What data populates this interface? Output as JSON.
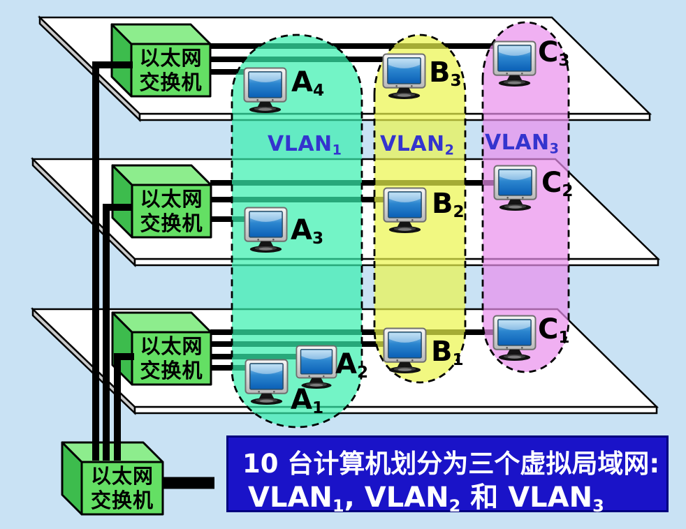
{
  "diagram_title": "VLAN division diagram",
  "switch": {
    "label_line1": "以太网",
    "label_line2": "交换机"
  },
  "computers": [
    {
      "id": "A4",
      "base": "A",
      "sub": "4"
    },
    {
      "id": "B3",
      "base": "B",
      "sub": "3"
    },
    {
      "id": "C3",
      "base": "C",
      "sub": "3"
    },
    {
      "id": "A3",
      "base": "A",
      "sub": "3"
    },
    {
      "id": "B2",
      "base": "B",
      "sub": "2"
    },
    {
      "id": "C2",
      "base": "C",
      "sub": "2"
    },
    {
      "id": "A1",
      "base": "A",
      "sub": "1"
    },
    {
      "id": "A2",
      "base": "A",
      "sub": "2"
    },
    {
      "id": "B1",
      "base": "B",
      "sub": "1"
    },
    {
      "id": "C1",
      "base": "C",
      "sub": "1"
    }
  ],
  "vlans": [
    {
      "name": "VLAN",
      "sub": "1",
      "fill": "#38EFAE",
      "members": [
        "A1",
        "A2",
        "A3",
        "A4"
      ]
    },
    {
      "name": "VLAN",
      "sub": "2",
      "fill": "#EBF54B",
      "members": [
        "B1",
        "B2",
        "B3"
      ]
    },
    {
      "name": "VLAN",
      "sub": "3",
      "fill": "#E98EEC",
      "members": [
        "C1",
        "C2",
        "C3"
      ]
    }
  ],
  "caption": {
    "line1": "10 台计算机划分为三个虚拟局域网:",
    "line2_parts": [
      "VLAN",
      "1",
      ",",
      "VLAN",
      "2",
      "和",
      "VLAN",
      "3"
    ],
    "bg_color": "#1A13C8",
    "border_color": "#00007E",
    "text_color": "#FFFFFF"
  },
  "colors": {
    "background": "#C9E2F4",
    "floor_fill": "#FFFFFF",
    "floor_side_gray": "#C9C9C9",
    "switch_front": "#64DF64",
    "switch_top": "#8DED8D",
    "switch_side": "#3DBC4D",
    "cable": "#000000",
    "vlan_label": "#3434CE",
    "computer_label": "#000000",
    "monitor_screen": "#0A5FB6"
  }
}
